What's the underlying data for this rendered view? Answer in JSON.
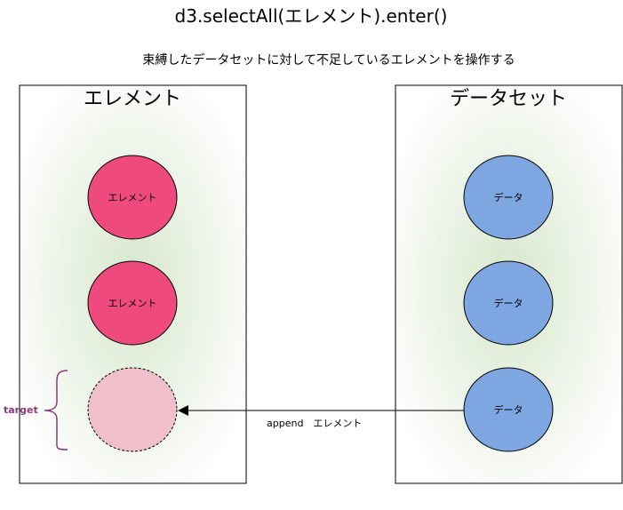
{
  "title": "d3.selectAll(エレメント).enter()",
  "subtitle": "束縛したデータセットに対して不足しているエレメントを操作する",
  "left_panel": {
    "title": "エレメント",
    "nodes": [
      {
        "label": "エレメント"
      },
      {
        "label": "エレメント"
      },
      {
        "label": ""
      }
    ]
  },
  "right_panel": {
    "title": "データセット",
    "nodes": [
      {
        "label": "データ"
      },
      {
        "label": "データ"
      },
      {
        "label": "データ"
      }
    ]
  },
  "arrow": {
    "label": "append　エレメント"
  },
  "target": {
    "label": "target"
  },
  "colors": {
    "element_fill": "#ef4a7e",
    "element_placeholder_fill": "#f0bfcc",
    "data_fill": "#7ea6e0",
    "panel_glow": "#dbe9d3",
    "brace": "#8b3a7a"
  }
}
